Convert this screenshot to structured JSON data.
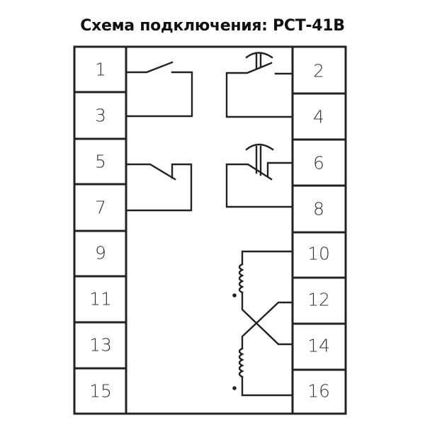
{
  "title": "Схема подключения: РСТ-41В",
  "left_terminals": [
    "1",
    "3",
    "5",
    "7",
    "9",
    "11",
    "13",
    "15"
  ],
  "right_terminals": [
    "2",
    "4",
    "6",
    "8",
    "10",
    "12",
    "14",
    "16"
  ]
}
